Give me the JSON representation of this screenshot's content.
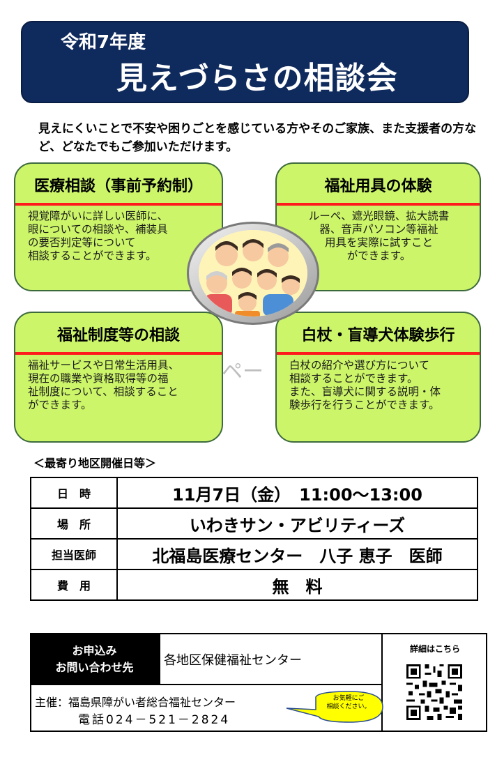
{
  "header": {
    "year": "令和7年度",
    "title": "見えづらさの相談会"
  },
  "intro": "見えにくいことで不安や困りごとを感じている方やそのご家族、また支援者の方など、どなたでもご参加いただけます。",
  "cards": [
    {
      "title": "医療相談（事前予約制）",
      "lines": [
        "視覚障がいに詳しい医師に、",
        "眼についての相談や、補装具",
        "の要否判定等について",
        "相談することができます。"
      ]
    },
    {
      "title": "福祉用具の体験",
      "lines": [
        "ルーペ、遮光眼鏡、拡大読書",
        "器、音声パソコン等福祉",
        "用具を実際に試すこと",
        "ができます。"
      ]
    },
    {
      "title": "福祉制度等の相談",
      "lines": [
        "福祉サービスや日常生活用具、",
        "現在の職業や資格取得等の福",
        "祉制度について、相談すること",
        "ができます。"
      ]
    },
    {
      "title": "白杖・盲導犬体験歩行",
      "lines": [
        "白杖の紹介や選び方について",
        "相談することができます。",
        "また、盲導犬に関する説明・体",
        "験歩行を行うことができます。"
      ]
    }
  ],
  "faint_text": "ペー",
  "section_label": "＜最寄り地区開催日等＞",
  "info_rows": [
    {
      "label": "日　時",
      "value": "11月7日（金）　11:00～13:00"
    },
    {
      "label": "場　所",
      "value": "いわきサン・アビリティーズ"
    },
    {
      "label": "担当医師",
      "value": "北福島医療センター　八子 恵子　医師"
    },
    {
      "label": "費　用",
      "value": "無　料"
    }
  ],
  "contact": {
    "apply_line1": "お申込み",
    "apply_line2": "お問い合わせ先",
    "centers": "各地区保健福祉センター",
    "organizer": "主催：福島県障がい者総合福祉センター",
    "phone": "電話024－521－2824",
    "bubble_line1": "お気軽にご",
    "bubble_line2": "相談ください。",
    "detail_label": "詳細はこちら"
  },
  "colors": {
    "header_bg": "#0f2a5c",
    "card_bg": "#ccf56a",
    "card_rule": "#ff1b1b",
    "bubble_bg": "#ffff00"
  },
  "icons": {
    "illustration": "group-of-people-illustration",
    "qr": "qr-code-icon"
  }
}
